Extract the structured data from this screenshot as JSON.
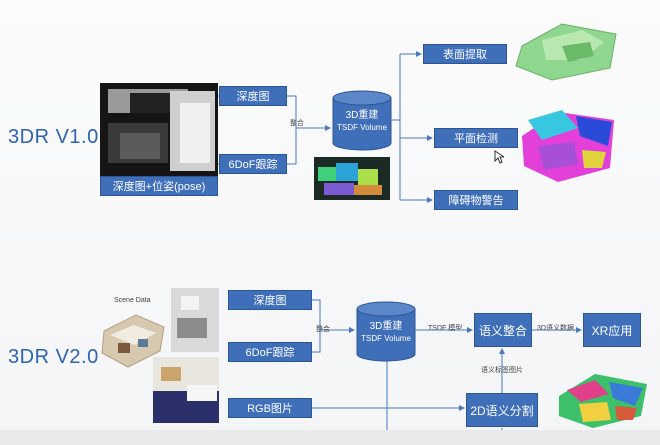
{
  "v1": {
    "title": "3DR V1.0",
    "input_caption": "深度图+位姿(pose)",
    "depth": "深度图",
    "tracking": "6DoF跟踪",
    "merge": "整合",
    "recon_line1": "3D重建",
    "recon_line2": "TSDF Volume",
    "surface": "表面提取",
    "plane": "平面检测",
    "obstacle": "障碍物警告"
  },
  "v2": {
    "title": "3DR V2.0",
    "scene_label": "Scene Data",
    "depth": "深度图",
    "tracking": "6DoF跟踪",
    "rgb": "RGB图片",
    "merge": "整合",
    "recon_line1": "3D重建",
    "recon_line2": "TSDF Volume",
    "tsdf_model": "TSDF 模型",
    "semantic_merge": "语义整合",
    "semantic_data": "3D语义数据",
    "xr": "XR应用",
    "semantic_label_img": "语义标签图片",
    "semantic_seg": "2D语义分割"
  },
  "colors": {
    "box": "#3f6fb8",
    "title": "#2d63b0",
    "line": "#4a78c0"
  }
}
